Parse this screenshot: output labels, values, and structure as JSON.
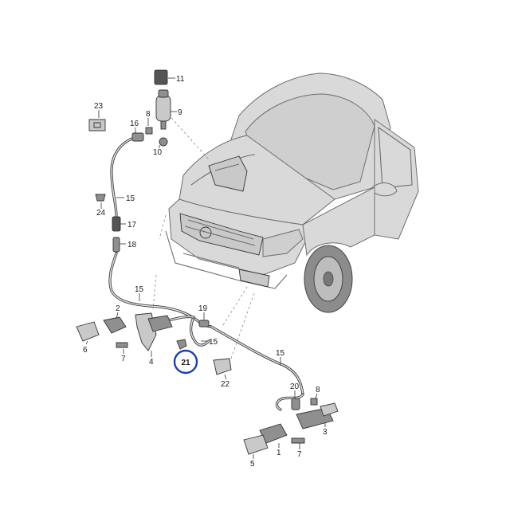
{
  "highlight": {
    "label": "21",
    "color": "#1f3fb5"
  },
  "callouts": [
    {
      "id": "c11",
      "label": "11"
    },
    {
      "id": "c9",
      "label": "9"
    },
    {
      "id": "c23",
      "label": "23"
    },
    {
      "id": "c8a",
      "label": "8"
    },
    {
      "id": "c16",
      "label": "16"
    },
    {
      "id": "c10",
      "label": "10"
    },
    {
      "id": "c15a",
      "label": "15"
    },
    {
      "id": "c24",
      "label": "24"
    },
    {
      "id": "c17",
      "label": "17"
    },
    {
      "id": "c18",
      "label": "18"
    },
    {
      "id": "c15b",
      "label": "15"
    },
    {
      "id": "c2",
      "label": "2"
    },
    {
      "id": "c6",
      "label": "6"
    },
    {
      "id": "c7a",
      "label": "7"
    },
    {
      "id": "c4",
      "label": "4"
    },
    {
      "id": "c19",
      "label": "19"
    },
    {
      "id": "c15c",
      "label": "15"
    },
    {
      "id": "c22",
      "label": "22"
    },
    {
      "id": "c15d",
      "label": "15"
    },
    {
      "id": "c20",
      "label": "20"
    },
    {
      "id": "c8b",
      "label": "8"
    },
    {
      "id": "c3",
      "label": "3"
    },
    {
      "id": "c1",
      "label": "1"
    },
    {
      "id": "c7b",
      "label": "7"
    },
    {
      "id": "c5",
      "label": "5"
    }
  ]
}
